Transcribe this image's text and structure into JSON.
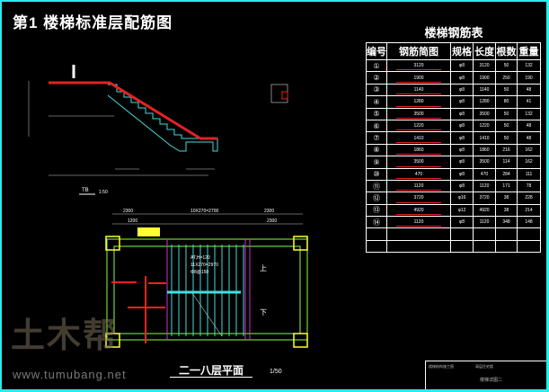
{
  "drawing_title": "第1  楼梯标准层配筋图",
  "section_label": "TB",
  "section_scale": "1:50",
  "plan_title": "二一八层平面",
  "plan_scale": "1/50",
  "plan_dims": {
    "top_total_left": "2300",
    "top_mid": "10X270=2700",
    "top_total_right": "2300",
    "sub_left": "1200",
    "sub_right": "2300"
  },
  "plan_notes": [
    "AT,H=120",
    "11X270=2970",
    "Φ8@150",
    "上",
    "下"
  ],
  "watermark": {
    "logo": "土木帮",
    "url": "www.tumubang.net"
  },
  "table": {
    "title": "楼梯钢筋表",
    "headers": [
      "编号",
      "钢筋简图",
      "规格",
      "长度",
      "根数",
      "重量"
    ],
    "rows": [
      {
        "no": "①",
        "shape": "3120",
        "spec": "φ8",
        "len": "3120",
        "count": "50",
        "weight": "132"
      },
      {
        "no": "②",
        "shape": "1900",
        "spec": "φ8",
        "len": "1900",
        "count": "250",
        "weight": "190"
      },
      {
        "no": "③",
        "shape": "1140",
        "spec": "φ8",
        "len": "1140",
        "count": "50",
        "weight": "48"
      },
      {
        "no": "④",
        "shape": "1280",
        "spec": "φ8",
        "len": "1280",
        "count": "80",
        "weight": "41"
      },
      {
        "no": "⑤",
        "shape": "3500",
        "spec": "φ8",
        "len": "3500",
        "count": "50",
        "weight": "132"
      },
      {
        "no": "⑥",
        "shape": "1220",
        "spec": "φ8",
        "len": "1220",
        "count": "50",
        "weight": "48"
      },
      {
        "no": "⑦",
        "shape": "1410",
        "spec": "φ8",
        "len": "1410",
        "count": "50",
        "weight": "48"
      },
      {
        "no": "⑧",
        "shape": "1860",
        "spec": "φ8",
        "len": "1860",
        "count": "216",
        "weight": "162"
      },
      {
        "no": "⑨",
        "shape": "3500",
        "spec": "φ8",
        "len": "3500",
        "count": "114",
        "weight": "162"
      },
      {
        "no": "⑩",
        "shape": "470",
        "spec": "φ8",
        "len": "470",
        "count": "284",
        "weight": "111"
      },
      {
        "no": "⑪",
        "shape": "1120",
        "spec": "φ8",
        "len": "1120",
        "count": "171",
        "weight": "78"
      },
      {
        "no": "⑫",
        "shape": "3720",
        "spec": "φ16",
        "len": "3720",
        "count": "38",
        "weight": "228"
      },
      {
        "no": "⑬",
        "shape": "4920",
        "spec": "φ12",
        "len": "4920",
        "count": "38",
        "weight": "214"
      },
      {
        "no": "⑭",
        "shape": "1120",
        "spec": "φ8",
        "len": "1120",
        "count": "348",
        "weight": "148"
      }
    ]
  },
  "title_block": {
    "a": "楼梯结构施工图",
    "b": "高层住宅楼",
    "c": "楼梯详图二"
  },
  "colors": {
    "rebar": "#e22222",
    "concrete": "#44dddd",
    "axis": "#88ff44",
    "column": "#ffff33",
    "magenta": "#cc33cc"
  }
}
